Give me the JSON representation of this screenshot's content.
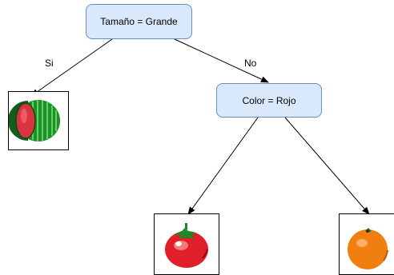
{
  "diagram": {
    "root": {
      "label": "Tamaño = Grande"
    },
    "decision": {
      "label": "Color = Rojo"
    },
    "edges": {
      "yes_label": "Si",
      "no_label": "No"
    },
    "leaves": [
      {
        "icon": "watermelon-icon"
      },
      {
        "icon": "tomato-icon"
      },
      {
        "icon": "orange-icon"
      }
    ],
    "colors": {
      "node_fill": "#dae8fc",
      "node_stroke": "#6c8ebf",
      "edge": "#000000"
    }
  }
}
